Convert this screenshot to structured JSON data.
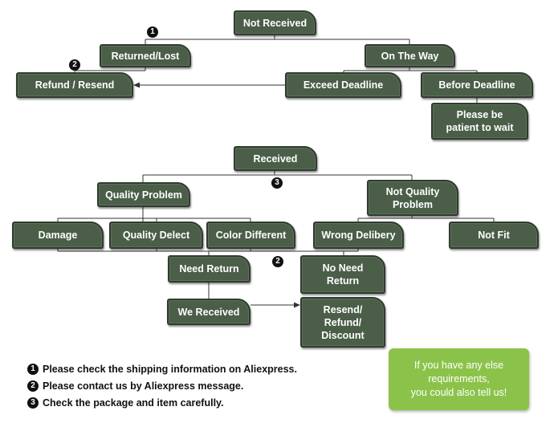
{
  "top_tree": {
    "not_received": "Not Received",
    "returned_lost": "Returned/Lost",
    "on_the_way": "On The Way",
    "refund_resend": "Refund / Resend",
    "exceed_deadline": "Exceed Deadline",
    "before_deadline": "Before Deadline",
    "please_be_patient": "Please be\npatient to wait",
    "badge_1": "1",
    "badge_2": "2"
  },
  "bottom_tree": {
    "received": "Received",
    "badge_3": "3",
    "quality_problem": "Quality Problem",
    "not_quality_problem": "Not Quality\nProblem",
    "damage": "Damage",
    "quality_defect": "Quality Delect",
    "color_different": "Color Different",
    "wrong_delivery": "Wrong Delibery",
    "not_fit": "Not Fit",
    "need_return": "Need Return",
    "badge_2": "2",
    "no_need_return": "No Need\nReturn",
    "we_received": "We Received",
    "resend_refund_discount": "Resend/\nRefund/\nDiscount"
  },
  "notes": [
    {
      "marker": "1",
      "text": "Please check the shipping information on Aliexpress."
    },
    {
      "marker": "2",
      "text": "Please contact us by Aliexpress message."
    },
    {
      "marker": "3",
      "text": "Check the package and item carefully."
    }
  ],
  "callout": {
    "text": "If you have any else\nrequirements,\nyou could also tell us!"
  },
  "colors": {
    "box_fill": "#4a5e48",
    "callout_fill": "#8bc34a"
  }
}
